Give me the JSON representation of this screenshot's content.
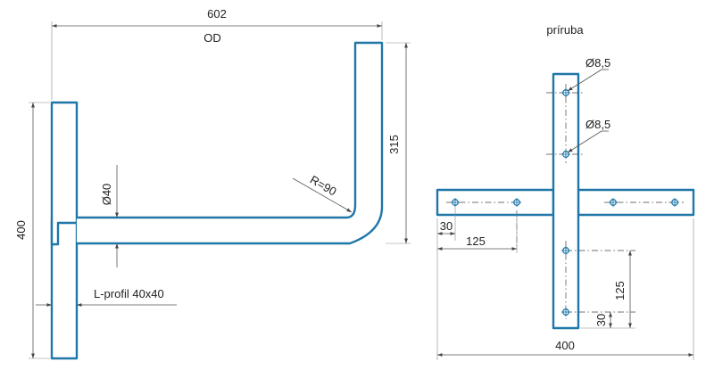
{
  "side_view": {
    "overall_length": "602",
    "od_label": "OD",
    "height_left": "400",
    "height_right": "315",
    "tube_diameter": "Ø40",
    "bend_radius": "R=90",
    "profile_label": "L-profil 40x40"
  },
  "flange_view": {
    "title": "príruba",
    "hole_top": "Ø8,5",
    "hole_second": "Ø8,5",
    "edge_offset_horizontal": "30",
    "hole_spacing_horizontal": "125",
    "hole_spacing_vertical": "125",
    "edge_offset_vertical": "30",
    "overall_width": "400"
  },
  "colors": {
    "part_stroke": "#1f77a8",
    "dimension_line": "#555555"
  }
}
